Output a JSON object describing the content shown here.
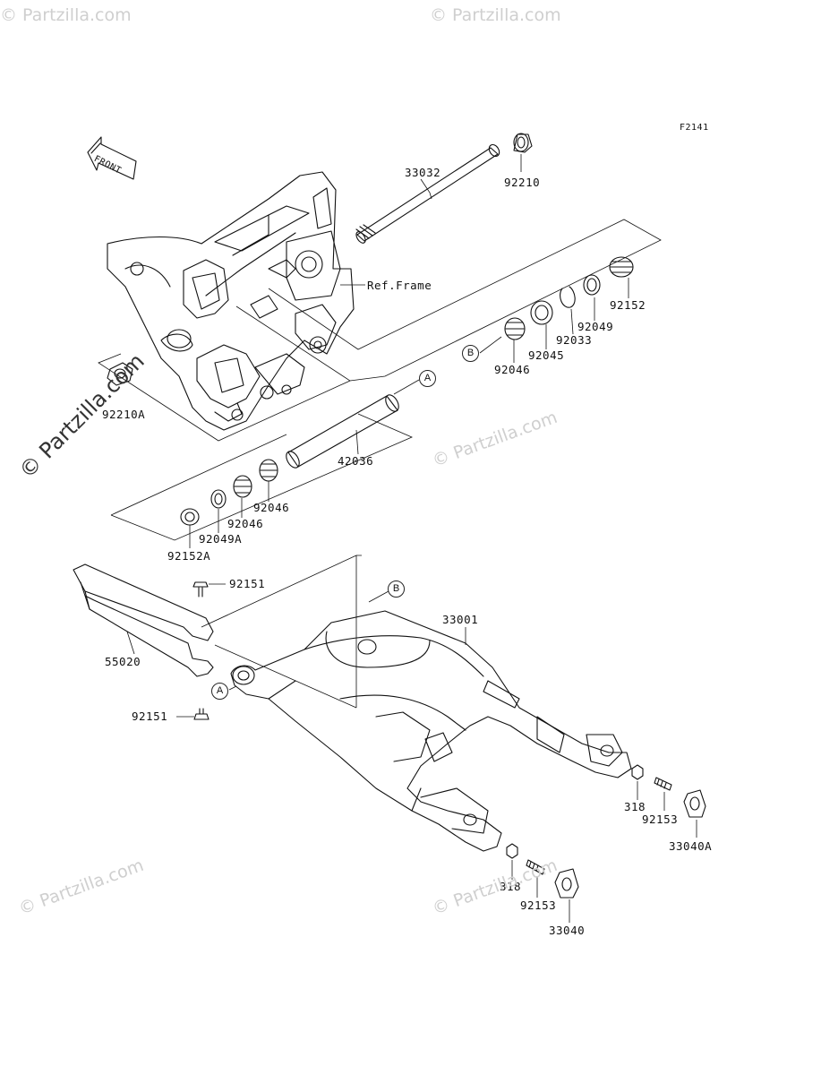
{
  "figure_code": "F2141",
  "front_label": "FRONT",
  "ref_frame_label": "Ref.Frame",
  "watermark": "© Partzilla.com",
  "watermark_brand": "© Partzilla.com",
  "callouts": {
    "a": "A",
    "b": "B"
  },
  "parts": {
    "p33032": "33032",
    "p92210": "92210",
    "p92152": "92152",
    "p92049": "92049",
    "p92033": "92033",
    "p92045": "92045",
    "p92046_upper": "92046",
    "p92210a": "92210A",
    "p42036": "42036",
    "p92046_lower_right": "92046",
    "p92046_lower_left": "92046",
    "p92049a": "92049A",
    "p92152a": "92152A",
    "p92151_upper": "92151",
    "p55020": "55020",
    "p92151_lower": "92151",
    "p33001": "33001",
    "p318_right": "318",
    "p92153_right": "92153",
    "p33040a": "33040A",
    "p318_lower": "318",
    "p92153_lower": "92153",
    "p33040": "33040"
  }
}
